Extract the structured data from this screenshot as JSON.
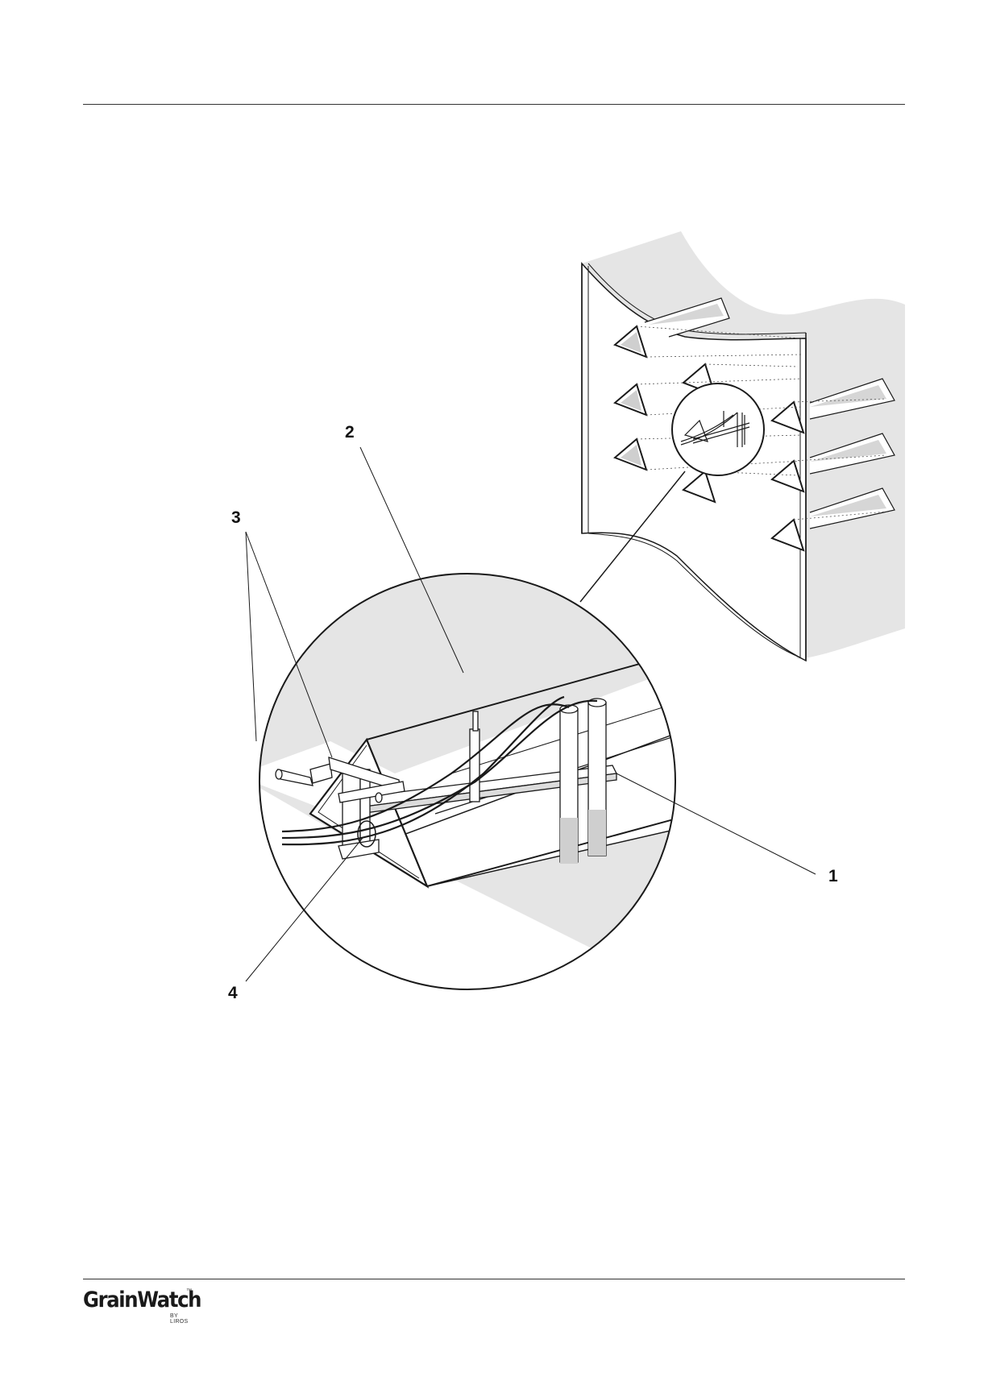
{
  "figure": {
    "callouts": {
      "c1": "1",
      "c2": "2",
      "c3": "3",
      "c4": "4"
    }
  },
  "footer": {
    "logo_main": "GrainWatch",
    "logo_tm": "™",
    "logo_sub": "BY LIROS"
  },
  "colors": {
    "line": "#1a1a1a",
    "fill_grey": "#e5e5e5",
    "fill_dark": "#bdbdbd"
  }
}
